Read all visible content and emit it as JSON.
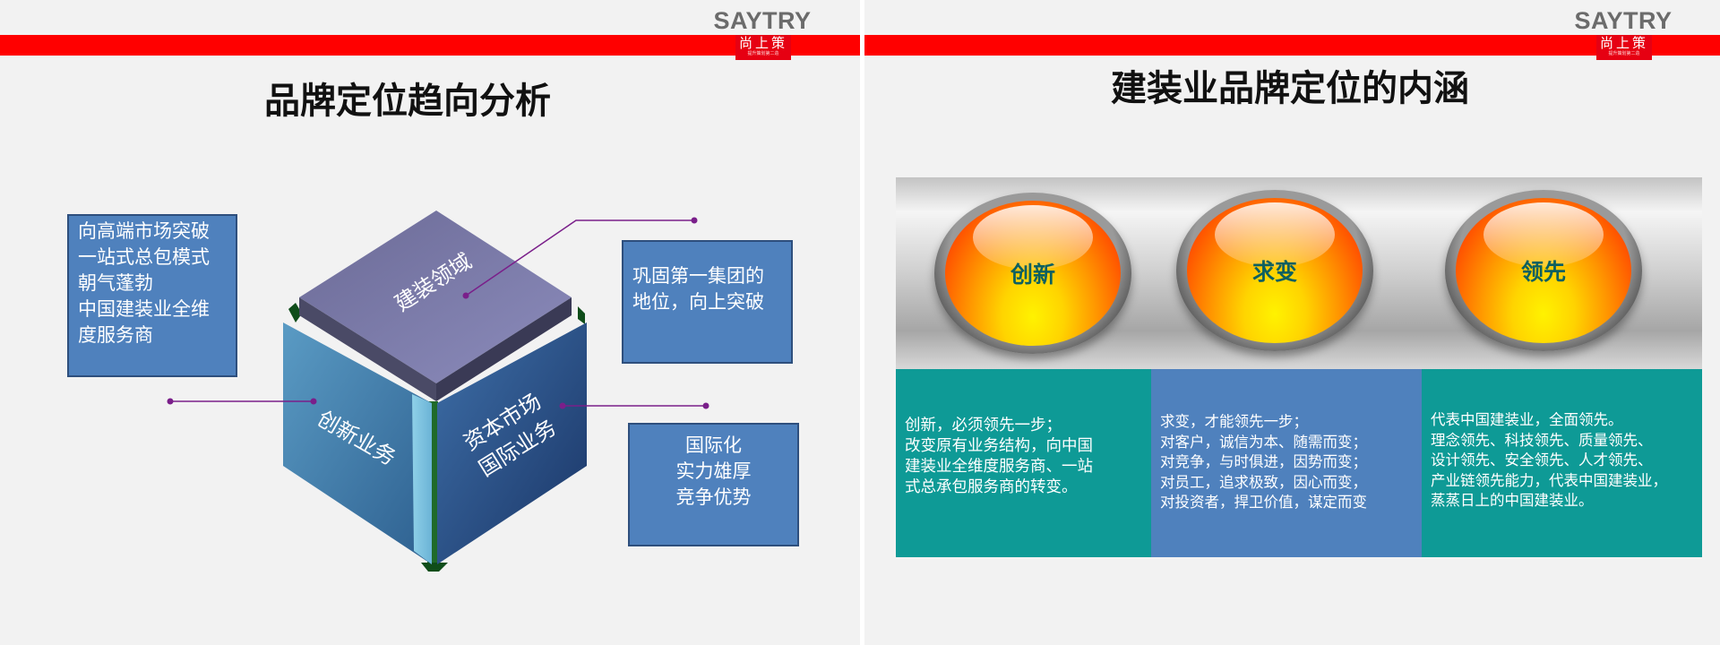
{
  "logo": {
    "brand": "SAYTRY",
    "chinese": "尚上策",
    "tagline": "提升策划第二造"
  },
  "left_slide": {
    "title": "品牌定位趋向分析",
    "cube": {
      "top_face": "建装领域",
      "left_face": "创新业务",
      "right_face_lines": [
        "资本市场",
        "国际业务"
      ]
    },
    "box_top_left": [
      "向高端市场突破",
      "一站式总包模式",
      "朝气蓬勃",
      "中国建装业全维",
      "度服务商"
    ],
    "box_top_right": [
      "巩固第一集团的",
      "地位，向上突破"
    ],
    "box_bottom_right": [
      "国际化",
      "实力雄厚",
      "竞争优势"
    ]
  },
  "right_slide": {
    "title": "建装业品牌定位的内涵",
    "buttons": [
      "创新",
      "求变",
      "领先"
    ],
    "columns": [
      {
        "color": "#0e9a96",
        "lines": [
          "创新，必须领先一步；",
          "改变原有业务结构，向中国",
          "建装业全维度服务商、一站",
          "式总承包服务商的转变。"
        ]
      },
      {
        "color": "#4f81bd",
        "lines": [
          "求变，才能领先一步；",
          "对客户，诚信为本、随需而变；",
          "对竞争，与时俱进，因势而变；",
          "对员工，追求极致，因心而变，",
          "对投资者，捍卫价值，谋定而变"
        ]
      },
      {
        "color": "#0e9a96",
        "lines": [
          "代表中国建装业，全面领先。",
          "理念领先、科技领先、质量领先、",
          "设计领先、安全领先、人才领先、",
          "产业链领先能力，代表中国建装业，",
          "蒸蒸日上的中国建装业。"
        ]
      }
    ]
  },
  "colors": {
    "red_bar": "#ff0000",
    "box_blue": "#4f81bd",
    "teal": "#0e9a96",
    "callout": "#7a1f8a"
  }
}
